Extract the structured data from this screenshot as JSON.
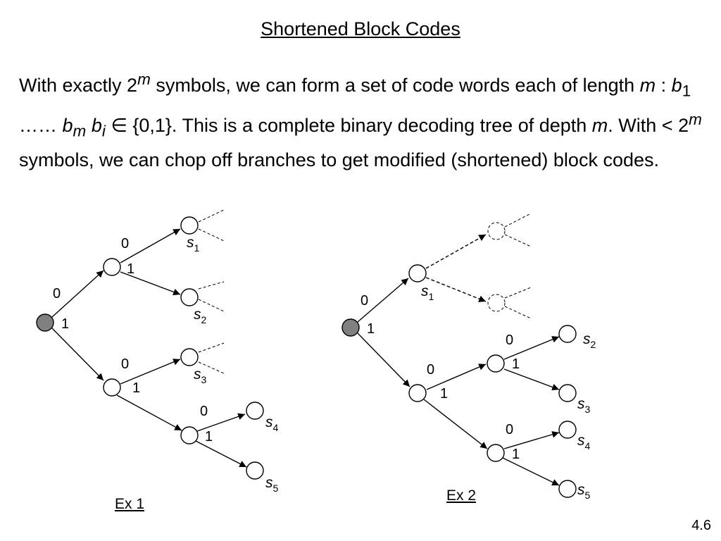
{
  "slide": {
    "title": "Shortened Block Codes",
    "page_number": "4.6"
  },
  "paragraph": {
    "t1": "With exactly 2",
    "sup_m": "m",
    "t2": " symbols, we can form a set of code words each of length ",
    "m": "m",
    "t3": " :  ",
    "b": "b",
    "sub1": "1",
    "dots": " …… ",
    "b2": "b",
    "subm": "m",
    "t4": "  ",
    "b3": "b",
    "subi": "i",
    "t5": " ∈ {0,1}. This is a complete binary decoding tree of depth ",
    "m2": "m",
    "t6": ". With < 2",
    "sup_m2": "m",
    "t7": " symbols, we can chop off branches to get modified (shortened) block codes."
  },
  "ex1": {
    "caption": "Ex 1",
    "edge_labels": [
      "0",
      "1",
      "0",
      "1",
      "0",
      "1",
      "0",
      "1"
    ],
    "symbols": [
      "s",
      "s",
      "s",
      "s",
      "s"
    ],
    "subs": [
      "1",
      "2",
      "3",
      "4",
      "5"
    ]
  },
  "ex2": {
    "caption": "Ex 2",
    "edge_labels": [
      "0",
      "1",
      "0",
      "1",
      "0",
      "1",
      "0",
      "1"
    ],
    "symbols": [
      "s",
      "s",
      "s",
      "s",
      "s"
    ],
    "subs": [
      "1",
      "2",
      "3",
      "4",
      "5"
    ]
  },
  "colors": {
    "root_fill": "#808080",
    "node_fill": "#ffffff",
    "stroke": "#000000"
  }
}
